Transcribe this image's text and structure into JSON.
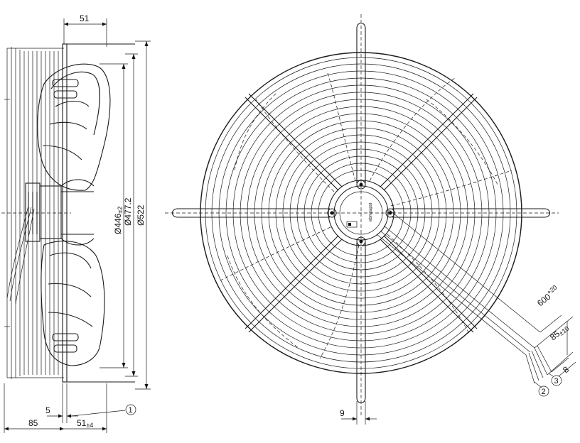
{
  "dimensions": {
    "side_width": "51",
    "dia_1": "Ø446",
    "dia_1_tol": "±2",
    "dia_2": "Ø477.2",
    "dia_3": "Ø522",
    "bottom_5": "5",
    "bottom_85": "85",
    "bottom_51": "51",
    "bottom_51_tol": "±4",
    "bottom_9": "9",
    "cable_600": "600",
    "cable_600_tol": "+20",
    "cable_85": "85",
    "cable_85_tol": "±10",
    "cable_8": "8"
  },
  "callouts": {
    "one": "1",
    "two": "2",
    "three": "3"
  },
  "hub_label": "ebmpapst"
}
